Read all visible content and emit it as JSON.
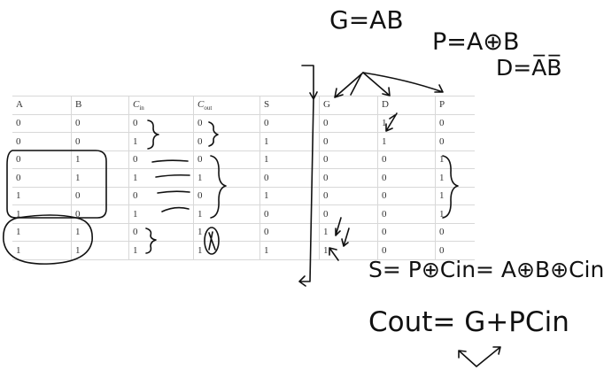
{
  "table": {
    "headers": [
      {
        "main": "A",
        "sub": ""
      },
      {
        "main": "B",
        "sub": ""
      },
      {
        "main": "C",
        "sub": "in"
      },
      {
        "main": "C",
        "sub": "out"
      },
      {
        "main": "S",
        "sub": ""
      },
      {
        "main": "G",
        "sub": ""
      },
      {
        "main": "D",
        "sub": ""
      },
      {
        "main": "P",
        "sub": ""
      }
    ],
    "rows": [
      [
        "0",
        "0",
        "0",
        "0",
        "0",
        "0",
        "1",
        "0"
      ],
      [
        "0",
        "0",
        "1",
        "0",
        "1",
        "0",
        "1",
        "0"
      ],
      [
        "0",
        "1",
        "0",
        "0",
        "1",
        "0",
        "0",
        "1"
      ],
      [
        "0",
        "1",
        "1",
        "1",
        "0",
        "0",
        "0",
        "1"
      ],
      [
        "1",
        "0",
        "0",
        "0",
        "1",
        "0",
        "0",
        "1"
      ],
      [
        "1",
        "0",
        "1",
        "1",
        "0",
        "0",
        "0",
        "1"
      ],
      [
        "1",
        "1",
        "0",
        "1",
        "0",
        "1",
        "0",
        "0"
      ],
      [
        "1",
        "1",
        "1",
        "1",
        "1",
        "1",
        "0",
        "0"
      ]
    ]
  },
  "handwriting": {
    "g_eq": "G=AB",
    "p_eq": "P=A⊕B",
    "d_eq": "D=A̅B̅",
    "s_eq": "S= P⊕Cin= A⊕B⊕Cin",
    "cout_eq": "Cout= G+PCin"
  }
}
